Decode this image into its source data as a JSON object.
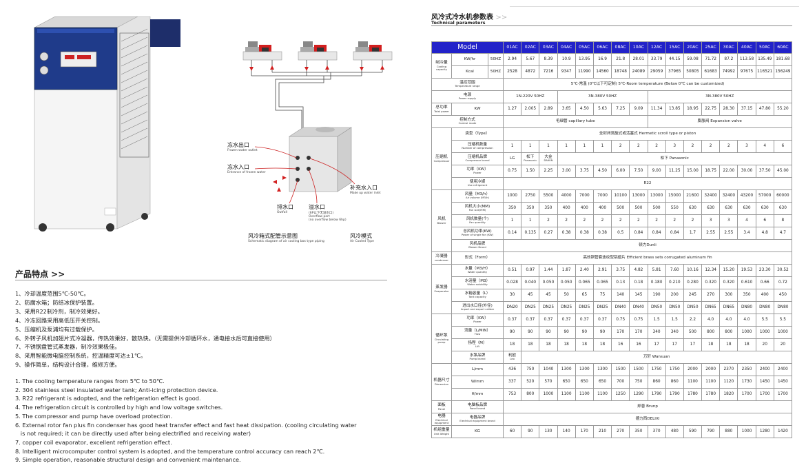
{
  "schematic": {
    "frozen_outlet": {
      "cn": "冻水出口",
      "en": "Frozen water outlet"
    },
    "frozen_inlet": {
      "cn": "冻水入口",
      "en": "Entrance of frozen water"
    },
    "outfall": {
      "cn": "排水口",
      "en": "Outfall"
    },
    "overflow": {
      "cn": "溢水口",
      "en1": "(6P以下无溢水口)",
      "en2": "Overflow port",
      "en3": "(no overflow below 6hp)"
    },
    "makeup": {
      "cn": "补充水入口",
      "en": "Make up water inlet"
    },
    "caption_cn": "风冷箱式配管示意图",
    "caption_en": "Schematic diagram of air cooling box type piping",
    "mode_cn": "风冷模式",
    "mode_en": "Air Cooled Type"
  },
  "features": {
    "title": "产品特点 >>",
    "cn": [
      "1、冷却温度范围5℃-50℃。",
      "2、防腐水箱；防结冰保护装置。",
      "3、采用R22制冷剂，制冷效果好。",
      "4、冷冻回路采用高低压开关控制。",
      "5、压缩机及泵浦均有过载保护。",
      "6、外转子风机加翅片式冷凝器，传热效果好，散热快。（无需提供冷却循环水，通电接水后可直接使用）",
      "7、不锈钢盘管式蒸发器，制冷效果极佳。",
      "8、采用智能微电脑控制系统，控温精度可达±1℃。",
      "9、操作简单，结构设计合理，维修方便。"
    ],
    "en": [
      "1. The cooling temperature ranges from 5℃ to 50℃.",
      "2. 304 stainless steel insulated water tank; Anti-icing protection device.",
      "3. R22 refrigerant is adopted, and the refrigeration effect is good.",
      "4. The refrigeration circuit is controlled by high and low voltage switches.",
      "5. The compressor and pump have overload protection.",
      "6. External rotor fan plus fin condenser has good heat transfer effect and fast heat dissipation. (cooling circulating water",
      "   is not required; it can be directly used after being electrified and receiving water)",
      "7. copper coil evaporator, excellent refrigeration effect.",
      "8. Intelligent microcomputer control system is adopted, and the temperature control accuracy can reach 2℃.",
      "9. Simple operation, reasonable structural design and convenient maintenance."
    ]
  },
  "params": {
    "title": "风冷式冷水机参数表",
    "arrow": ">>",
    "subtitle": "Technical parameters",
    "model_label": "Model",
    "models": [
      "01AC",
      "02AC",
      "03AC",
      "04AC",
      "05AC",
      "06AC",
      "08AC",
      "10AC",
      "12AC",
      "15AC",
      "20AC",
      "25AC",
      "30AC",
      "40AC",
      "50AC",
      "60AC"
    ],
    "rows": {
      "kwhr": {
        "group_cn": "制冷量",
        "group_en": "Cooling capacity",
        "label": "KW/hr",
        "unit": "50HZ",
        "values": [
          "2.94",
          "5.67",
          "8.39",
          "10.9",
          "13.95",
          "16.9",
          "21.8",
          "28.01",
          "33.79",
          "44.15",
          "59.08",
          "71.72",
          "87.2",
          "113.58",
          "135.49",
          "181.68"
        ]
      },
      "kcal": {
        "label": "Kcal",
        "unit": "50HZ",
        "values": [
          "2528",
          "4872",
          "7216",
          "9347",
          "11990",
          "14560",
          "18748",
          "24089",
          "29059",
          "37965",
          "50805",
          "61683",
          "74992",
          "97675",
          "116521",
          "156249"
        ]
      },
      "temp": {
        "cn": "温控范围",
        "en": "Temperature range",
        "value": "5℃-常温 (0℃以下可定制) 5℃-Room temperature (Below 0℃ can be customized)"
      },
      "power": {
        "cn": "电源",
        "en": "Power supply",
        "v1": "1N-220V 50HZ",
        "v2": "3N-380V 50HZ",
        "v3": "3N-380V 50HZ"
      },
      "total": {
        "cn": "总功率",
        "en": "Total power",
        "unit": "KW",
        "values": [
          "1.27",
          "2.005",
          "2.89",
          "3.65",
          "4.50",
          "5.63",
          "7.25",
          "9.09",
          "11.34",
          "13.85",
          "18.95",
          "22.75",
          "28.30",
          "37.15",
          "47.80",
          "55.20"
        ]
      },
      "control": {
        "cn": "控制方式",
        "en": "Control mode",
        "v1": "毛细管 capillary tube",
        "v2": "膨胀阀 Expansion valve"
      },
      "comp": {
        "group_cn": "压缩机",
        "group_en": "Compressor",
        "type": {
          "cn": "类型（Type）",
          "value": "全封闭涡旋式或活塞式 Hermetic scroll type or piston"
        },
        "qty": {
          "cn": "压缩机数量",
          "en": "Number of compression",
          "values": [
            "1",
            "1",
            "1",
            "1",
            "1",
            "1",
            "2",
            "2",
            "2",
            "3",
            "2",
            "2",
            "2",
            "3",
            "4",
            "6"
          ]
        },
        "brand": {
          "cn": "压缩机品牌",
          "en": "Compressor brand",
          "v1": "LG",
          "v2": "松下",
          "v2en": "Panasonic",
          "v3": "大金",
          "v3en": "DAIKIN",
          "v4": "松下 Panasonic"
        },
        "kw": {
          "cn": "功率（KW）",
          "en": "Power",
          "values": [
            "0.75",
            "1.50",
            "2.25",
            "3.00",
            "3.75",
            "4.50",
            "6.00",
            "7.50",
            "9.00",
            "11.25",
            "15.00",
            "18.75",
            "22.00",
            "30.00",
            "37.50",
            "45.00"
          ]
        },
        "ref": {
          "cn": "使用冷媒",
          "en": "Use refrigerant",
          "value": "R22"
        }
      },
      "blower": {
        "group_cn": "风机",
        "group_en": "Blower",
        "vol": {
          "cn": "风量（M3/h）",
          "en": "Air volume (M3/h)",
          "values": [
            "1000",
            "2750",
            "5500",
            "4000",
            "7000",
            "7000",
            "10100",
            "13000",
            "13000",
            "15000",
            "21600",
            "32400",
            "32400",
            "43200",
            "57000",
            "60000"
          ]
        },
        "size": {
          "cn": "风机大小(MM)",
          "en": "Fan size(MM)",
          "values": [
            "350",
            "350",
            "350",
            "400",
            "400",
            "400",
            "500",
            "500",
            "500",
            "550",
            "630",
            "630",
            "630",
            "630",
            "630",
            "630"
          ]
        },
        "qty": {
          "cn": "风机数量(个)",
          "en": "Fan quantity",
          "values": [
            "1",
            "1",
            "2",
            "2",
            "2",
            "2",
            "2",
            "2",
            "2",
            "2",
            "2",
            "3",
            "3",
            "4",
            "6",
            "8"
          ]
        },
        "kw": {
          "cn": "总风机功率(KW)",
          "en": "Power of single fan (KW)",
          "values": [
            "0.14",
            "0.135",
            "0.27",
            "0.38",
            "0.38",
            "0.38",
            "0.5",
            "0.84",
            "0.84",
            "0.84",
            "1.7",
            "2.55",
            "2.55",
            "3.4",
            "4.8",
            "4.7"
          ]
        },
        "brand": {
          "cn": "风机品牌",
          "en": "Blower Brand",
          "value": "顿力Dunli"
        }
      },
      "condenser": {
        "group_cn": "冷凝器",
        "group_en": "condenser",
        "cn": "形式（Form）",
        "value": "高效铜管套波纹型铝翅片 Efficient brass sets corrugated aluminum fin"
      },
      "evap": {
        "group_cn": "蒸发器",
        "group_en": "Evaporator",
        "wq": {
          "cn": "水量（M3/H）",
          "en": "Water quantity",
          "values": [
            "0.51",
            "0.97",
            "1.44",
            "1.87",
            "2.40",
            "2.91",
            "3.75",
            "4.82",
            "5.81",
            "7.60",
            "10.16",
            "12.34",
            "15.20",
            "19.53",
            "23.30",
            "30.52"
          ]
        },
        "ws": {
          "cn": "水溶量（M3）",
          "en": "Water solubility",
          "values": [
            "0.028",
            "0.040",
            "0.050",
            "0.050",
            "0.065",
            "0.065",
            "0.13",
            "0.18",
            "0.180",
            "0.210",
            "0.280",
            "0.320",
            "0.320",
            "0.610",
            "0.66",
            "0.72"
          ]
        },
        "tank": {
          "cn": "水箱容量（L）",
          "en": "Tank capacity",
          "values": [
            "30",
            "45",
            "45",
            "50",
            "65",
            "75",
            "140",
            "145",
            "190",
            "200",
            "245",
            "270",
            "300",
            "350",
            "400",
            "450"
          ]
        },
        "port": {
          "cn": "进出水口径(外径)",
          "en": "Import and export caliber",
          "values": [
            "DN20",
            "DN25",
            "DN25",
            "DN25",
            "DN25",
            "DN25",
            "DN40",
            "DN40",
            "DN50",
            "DN50",
            "DN50",
            "DN65",
            "DN65",
            "DN80",
            "DN80",
            "DN80"
          ]
        }
      },
      "pump": {
        "group_cn": "循环泵",
        "group_en": "Circulating pump",
        "kw": {
          "cn": "功率（KW）",
          "en": "Power",
          "values": [
            "0.37",
            "0.37",
            "0.37",
            "0.37",
            "0.37",
            "0.37",
            "0.75",
            "0.75",
            "1.5",
            "1.5",
            "2.2",
            "4.0",
            "4.0",
            "4.0",
            "5.5",
            "5.5"
          ]
        },
        "flow": {
          "cn": "流量（L/MIN）",
          "en": "Flow",
          "values": [
            "90",
            "90",
            "90",
            "90",
            "90",
            "90",
            "170",
            "170",
            "340",
            "340",
            "500",
            "800",
            "800",
            "1000",
            "1000",
            "1000"
          ]
        },
        "lift": {
          "cn": "扬程（M）",
          "en": "Lift",
          "values": [
            "18",
            "18",
            "18",
            "18",
            "18",
            "18",
            "16",
            "16",
            "17",
            "17",
            "17",
            "18",
            "18",
            "18",
            "20",
            "20"
          ]
        },
        "brand": {
          "cn": "水泵品牌",
          "en": "Pump brand",
          "v1": "利欧",
          "v1en": "Leo",
          "v2": "万轩 Wansuan"
        }
      },
      "dim": {
        "group_cn": "机器尺寸",
        "group_en": "Dimension",
        "l": {
          "label": "L/mm",
          "values": [
            "436",
            "750",
            "1040",
            "1300",
            "1300",
            "1300",
            "1500",
            "1500",
            "1750",
            "1750",
            "2000",
            "2000",
            "2370",
            "2350",
            "2400",
            "2400"
          ]
        },
        "w": {
          "label": "W/mm",
          "values": [
            "337",
            "520",
            "570",
            "650",
            "650",
            "650",
            "700",
            "750",
            "860",
            "860",
            "1100",
            "1100",
            "1120",
            "1730",
            "1450",
            "1450"
          ]
        },
        "h": {
          "label": "H/mm",
          "values": [
            "753",
            "800",
            "1000",
            "1100",
            "1100",
            "1100",
            "1250",
            "1290",
            "1790",
            "1790",
            "1780",
            "1780",
            "1820",
            "1700",
            "1700",
            "1700"
          ]
        }
      },
      "panel": {
        "group_cn": "面板",
        "group_en": "Panel",
        "cn": "电脑板品牌",
        "en": "Panel brand",
        "value": "邦普 Brunp"
      },
      "elec": {
        "group_cn": "电器",
        "group_en": "Electrical equipment",
        "cn": "电器品牌",
        "en": "Electrical equipment brand",
        "value": "德力西DELIXI"
      },
      "weight": {
        "group_cn": "机组重量",
        "group_en": "Unit Weight",
        "label": "KG",
        "values": [
          "60",
          "90",
          "130",
          "140",
          "170",
          "210",
          "270",
          "350",
          "370",
          "480",
          "590",
          "790",
          "880",
          "1000",
          "1280",
          "1420"
        ]
      }
    }
  },
  "colors": {
    "header_blue": "#2222c9",
    "arrow_red": "#d21f1f",
    "line_grey": "#9a9a9a"
  }
}
